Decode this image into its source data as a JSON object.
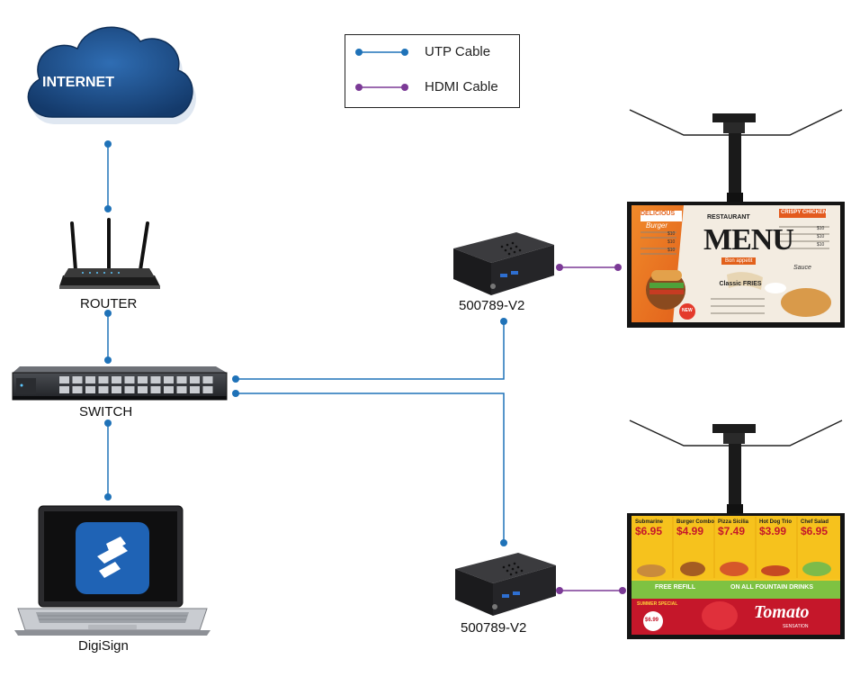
{
  "legend": {
    "utp_label": "UTP Cable",
    "hdmi_label": "HDMI Cable"
  },
  "nodes": {
    "internet": "INTERNET",
    "router": "ROUTER",
    "switch": "SWITCH",
    "digisign": "DigiSign",
    "player1": "500789-V2",
    "player2": "500789-V2"
  },
  "screen1": {
    "title_top": "RESTAURANT",
    "title_main": "MENU",
    "subtitle": "Bon appetit",
    "badge": "DELICIOUS",
    "badge_sub": "Burger",
    "right_head": "CRISPY CHICKEN",
    "fries": "Classic FRIES",
    "sauce": "Sauce",
    "new": "NEW",
    "prices": [
      "$10",
      "$10",
      "$10",
      "$10",
      "$10",
      "$10"
    ]
  },
  "screen2": {
    "items": [
      {
        "name": "Submarine",
        "price": "$6.95"
      },
      {
        "name": "Burger Combo",
        "price": "$4.99"
      },
      {
        "name": "Pizza Sicilia",
        "price": "$7.49"
      },
      {
        "name": "Hot Dog Trio",
        "price": "$3.99"
      },
      {
        "name": "Chef Salad",
        "price": "$6.95"
      }
    ],
    "banner_left": "FREE REFILL",
    "banner_right": "ON ALL FOUNTAIN DRINKS",
    "special": "SUMMER SPECIAL",
    "special_price": "$6.99",
    "brand": "Tomato",
    "brand_sub": "SENSATION"
  },
  "colors": {
    "utp": "#1f72b8",
    "hdmi": "#7b3a96",
    "cloud": "#1d4f8c"
  },
  "icons": [
    "cloud-icon",
    "router-icon",
    "switch-icon",
    "laptop-icon",
    "mini-pc-icon",
    "display-icon",
    "ceiling-mount-icon"
  ]
}
